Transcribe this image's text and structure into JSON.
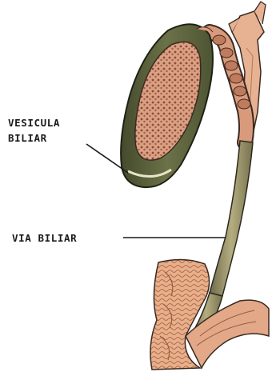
{
  "labels": {
    "gallbladder": {
      "line1": "VESICULA",
      "line2": "BILIAR"
    },
    "bile_duct": "VIA BILIAR"
  },
  "colors": {
    "gallbladder_wall": "#5f6640",
    "gallbladder_mucosa": "#c98a6a",
    "duct": "#9c9468",
    "intestine": "#e0a47e",
    "outline": "#2a2a20"
  }
}
